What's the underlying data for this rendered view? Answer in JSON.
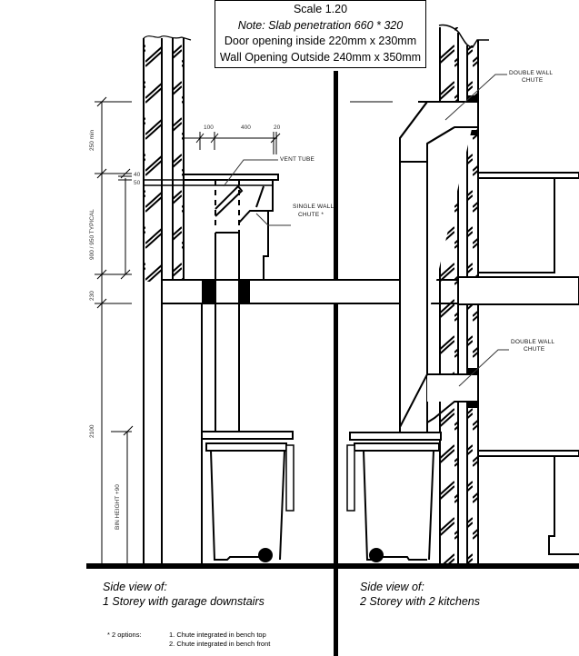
{
  "note_box": {
    "scale": "Scale 1.20",
    "note": "Note:  Slab penetration 660 * 320",
    "door_opening": "Door opening inside 220mm x 230mm",
    "wall_opening": "Wall Opening Outside 240mm x 350mm"
  },
  "left_view": {
    "caption_line1": "Side view of:",
    "caption_line2": "1 Storey with garage downstairs",
    "labels": {
      "vent_tube": "VENT TUBE",
      "single_wall_chute_1": "SINGLE WALL",
      "single_wall_chute_2": "CHUTE *"
    },
    "horizontal_dims": [
      "100",
      "400",
      "20"
    ],
    "small_dims": [
      "40",
      "50"
    ],
    "vertical_dims": {
      "top": "250 min",
      "bench": "900 / 950 TYPICAL",
      "slab": "230",
      "ceiling": "2100",
      "bin": "BIN HEIGHT +90"
    }
  },
  "right_view": {
    "caption_line1": "Side view of:",
    "caption_line2": "2 Storey with 2 kitchens",
    "labels": {
      "upper_chute_1": "DOUBLE WALL",
      "upper_chute_2": "CHUTE",
      "lower_chute_1": "DOUBLE WALL",
      "lower_chute_2": "CHUTE"
    }
  },
  "footnote": {
    "marker": "* 2 options:",
    "option1": "1. Chute integrated in bench top",
    "option2": "2. Chute integrated in bench front"
  }
}
